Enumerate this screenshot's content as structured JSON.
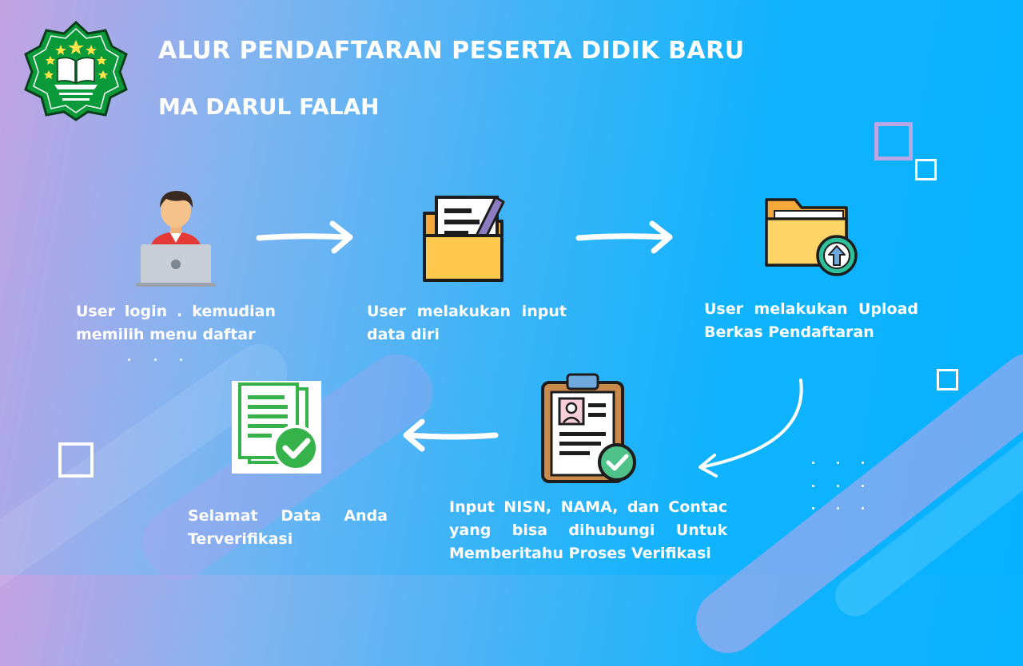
{
  "header": {
    "title": "ALUR PENDAFTARAN PESERTA DIDIK BARU",
    "subtitle": "MA DARUL FALAH"
  },
  "steps": [
    {
      "icon": "user-laptop-icon",
      "text_line1": "User  login . kemudian",
      "text_line2": "memilih menu daftar"
    },
    {
      "icon": "folder-edit-icon",
      "text_line1": "User melakukan input",
      "text_line2": "data diri"
    },
    {
      "icon": "folder-upload-icon",
      "text_line1": "User melakukan Upload",
      "text_line2": "Berkas Pendaftaran"
    },
    {
      "icon": "clipboard-check-icon",
      "text_line1": "Input NISN, NAMA, dan Contac",
      "text_line2": "yang bisa dihubungi Untuk",
      "text_line3": "Memberitahu Proses Verifikasi"
    },
    {
      "icon": "documents-check-icon",
      "text_line1": "Selamat Data Anda",
      "text_line2": "Terverifikasi"
    }
  ],
  "colors": {
    "logo_green": "#0a9a3a",
    "folder_yellow": "#ffc94d",
    "check_green": "#35b34a",
    "text": "#ffffff"
  }
}
